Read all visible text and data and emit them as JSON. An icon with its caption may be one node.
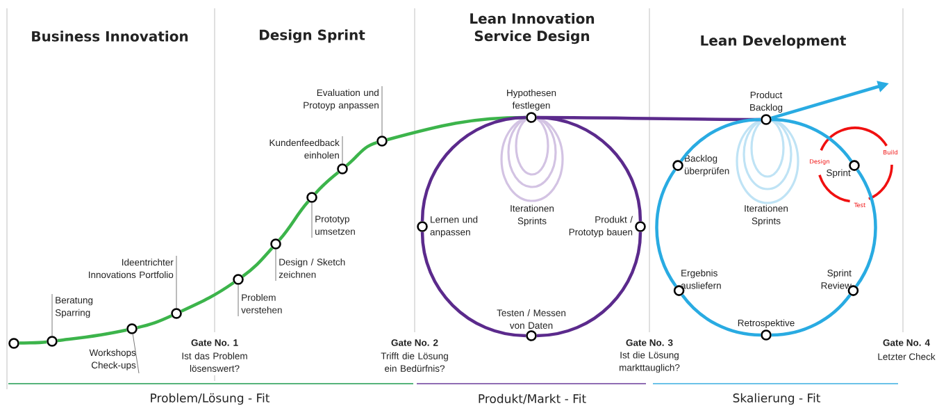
{
  "diagram": {
    "nodes": [
      {
        "text": [],
        "shape": "circle"
      },
      {
        "text": [],
        "shape": "circle"
      },
      {
        "text": [],
        "shape": "circle"
      },
      {
        "text": [],
        "shape": "circle"
      },
      {
        "text": [],
        "shape": "circle"
      },
      {
        "text": [],
        "shape": "circle"
      },
      {
        "text": [],
        "shape": "circle"
      },
      {
        "text": [],
        "shape": "circle"
      },
      {
        "text": [],
        "shape": "circle"
      },
      {
        "text": [
          "Hypothesen festlegen"
        ]
      },
      {
        "text": [
          "Produkt / Prototyp bauen"
        ]
      },
      {
        "text": [
          "Testen / Messen von Daten"
        ]
      },
      {
        "text": [
          "Lernen und anpassen"
        ]
      },
      {
        "text": [
          "Product Backlog"
        ]
      },
      {
        "text": [
          "Sprint"
        ]
      },
      {
        "text": [
          "Sprint Review"
        ]
      },
      {
        "text": [
          "Retrospektive"
        ]
      },
      {
        "text": [
          "Ergebnis ausliefern"
        ]
      },
      {
        "text": [
          "Backlog überprüfen"
        ]
      },
      {
        "text": [
          "Beratung Sparring"
        ]
      },
      {
        "text": [
          "Workshops Check-ups"
        ]
      },
      {
        "text": [
          "Ideentrichter Innovations Portfolio"
        ]
      },
      {
        "text": [
          "Problem verstehen"
        ]
      },
      {
        "text": [
          "Design / Sketch zeichnen"
        ]
      },
      {
        "text": [
          "Prototyp umsetzen"
        ]
      },
      {
        "text": [
          "Kundenfeedback einholen"
        ]
      },
      {
        "text": [
          "Evaluation und Protoyp anpassen"
        ]
      }
    ],
    "edges": [
      {
        "from": 0,
        "to": 1,
        "arrow": "none",
        "color": "#3cb44b"
      },
      {
        "from": 1,
        "to": 2,
        "arrow": "none",
        "color": "#3cb44b"
      },
      {
        "from": 2,
        "to": 3,
        "arrow": "none",
        "color": "#3cb44b"
      },
      {
        "from": 3,
        "to": 4,
        "arrow": "none",
        "color": "#3cb44b"
      },
      {
        "from": 4,
        "to": 5,
        "arrow": "none",
        "color": "#3cb44b"
      },
      {
        "from": 5,
        "to": 6,
        "arrow": "none",
        "color": "#3cb44b"
      },
      {
        "from": 6,
        "to": 7,
        "arrow": "none",
        "color": "#3cb44b"
      },
      {
        "from": 7,
        "to": 8,
        "arrow": "none",
        "color": "#3cb44b"
      },
      {
        "from": 8,
        "to": 9,
        "arrow": "none",
        "color": "#3cb44b"
      },
      {
        "from": 9,
        "to": 13,
        "arrow": "none",
        "color": "#5b2a8c"
      },
      {
        "from": 9,
        "to": 10,
        "arrow": "none",
        "color": "#5b2a8c"
      },
      {
        "from": 10,
        "to": 11,
        "arrow": "none",
        "color": "#5b2a8c"
      },
      {
        "from": 11,
        "to": 12,
        "arrow": "none",
        "color": "#5b2a8c"
      },
      {
        "from": 12,
        "to": 9,
        "arrow": "none",
        "color": "#5b2a8c"
      },
      {
        "from": 13,
        "to": 14,
        "arrow": "none",
        "color": "#29abe2"
      },
      {
        "from": 14,
        "to": 15,
        "arrow": "none",
        "color": "#29abe2"
      },
      {
        "from": 15,
        "to": 16,
        "arrow": "none",
        "color": "#29abe2"
      },
      {
        "from": 16,
        "to": 17,
        "arrow": "none",
        "color": "#29abe2"
      },
      {
        "from": 17,
        "to": 18,
        "arrow": "none",
        "color": "#29abe2"
      },
      {
        "from": 18,
        "to": 13,
        "arrow": "none",
        "color": "#29abe2"
      },
      {
        "from": 13,
        "to": null,
        "arrow": "to",
        "color": "#29abe2"
      },
      {
        "from": 19,
        "to": 1,
        "arrow": "none",
        "color": "#555555"
      },
      {
        "from": 20,
        "to": 2,
        "arrow": "none",
        "color": "#555555"
      },
      {
        "from": 21,
        "to": 3,
        "arrow": "none",
        "color": "#555555"
      },
      {
        "from": 22,
        "to": 4,
        "arrow": "none",
        "color": "#555555"
      },
      {
        "from": 23,
        "to": 5,
        "arrow": "none",
        "color": "#555555"
      },
      {
        "from": 24,
        "to": 6,
        "arrow": "none",
        "color": "#555555"
      },
      {
        "from": 25,
        "to": 7,
        "arrow": "none",
        "color": "#555555"
      },
      {
        "from": 26,
        "to": 8,
        "arrow": "none",
        "color": "#555555"
      }
    ],
    "labels": [
      "Business Innovation",
      "Design Sprint",
      "Lean Innovation Service Design",
      "Lean Development",
      "Iterationen Sprints",
      "Iterationen Sprints",
      "Design",
      "Build",
      "Test",
      "Gate No. 1",
      "Ist das Problem lösenswert?",
      "Gate No. 2",
      "Trifft die Lösung ein Bedürfnis?",
      "Gate No. 3",
      "Ist die Lösung markttauglich?",
      "Gate No. 4",
      "Letzter Check",
      "Problem/Lösung - Fit",
      "Produkt/Markt - Fit",
      "Skalierung - Fit"
    ]
  }
}
